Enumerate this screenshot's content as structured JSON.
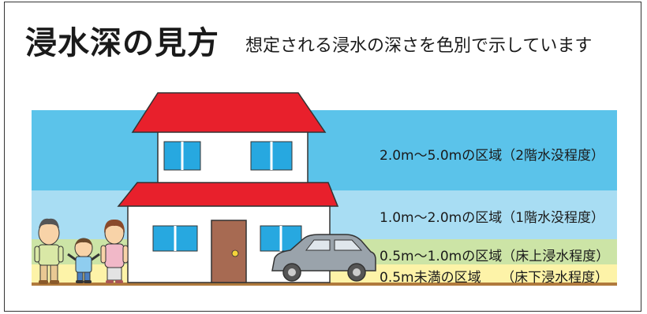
{
  "title": "浸水深の見方",
  "subtitle": "想定される浸水の深さを色別で示しています",
  "bands": [
    {
      "label": "2.0m〜5.0mの区域（2階水没程度）",
      "color": "#5bc3ea"
    },
    {
      "label": "1.0m〜2.0mの区域（1階水没程度）",
      "color": "#a8ddf3"
    },
    {
      "label": "0.5m〜1.0mの区域（床上浸水程度）",
      "color": "#cce4a6"
    },
    {
      "label": "0.5m未満の区域　　（床下浸水程度）",
      "color": "#fdf3a8"
    }
  ],
  "colors": {
    "roof": "#e8202c",
    "window": "#27a8e0",
    "door": "#a76a52",
    "car": "#9aa3ab",
    "ground": "#b07a3c"
  }
}
